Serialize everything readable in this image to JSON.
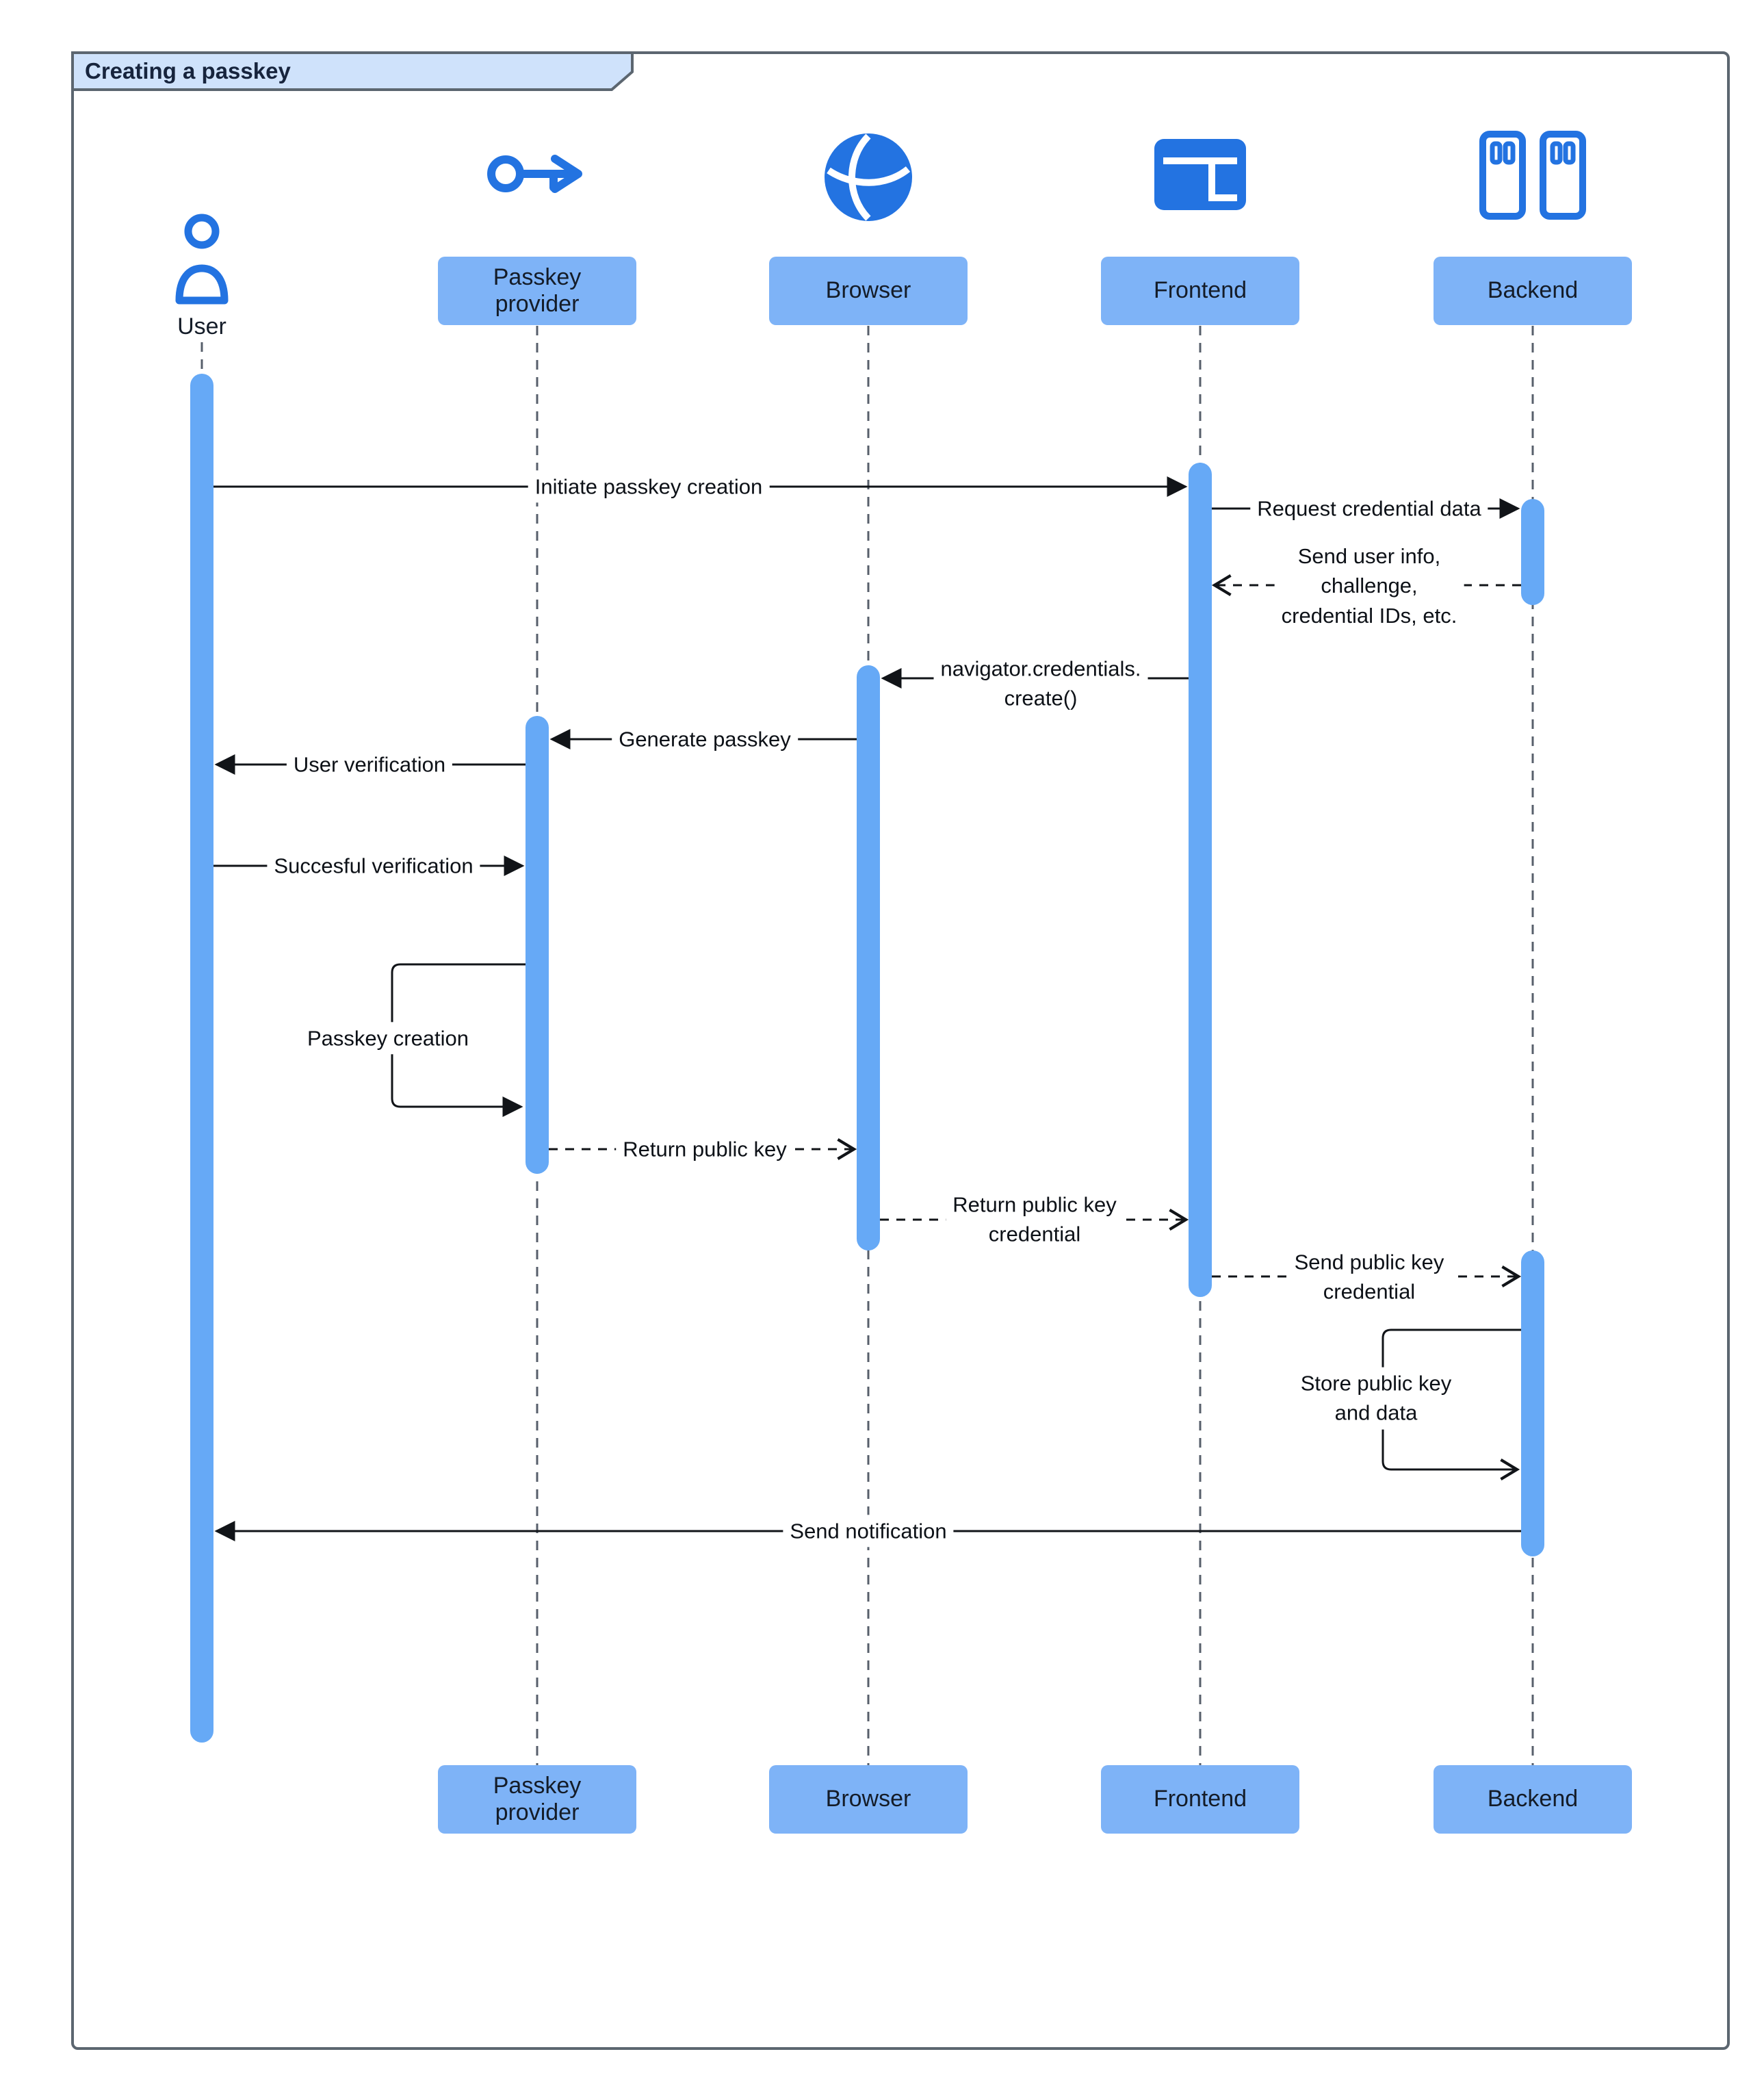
{
  "title": "Creating a passkey",
  "colors": {
    "accent": "#2373e1",
    "box": "#7eb3f7",
    "bar": "#66a9f6",
    "frame": "#5c6670",
    "lifeline": "#575f6b",
    "arrow": "#111418",
    "tab-fill": "#cfe2fb",
    "text-dark": "#141c28"
  },
  "actors": [
    {
      "id": "user",
      "label": "User",
      "icon": "user-icon"
    },
    {
      "id": "passkey-provider",
      "label": "Passkey\nprovider",
      "icon": "passkey-key-icon"
    },
    {
      "id": "browser",
      "label": "Browser",
      "icon": "globe-icon"
    },
    {
      "id": "frontend",
      "label": "Frontend",
      "icon": "window-layout-icon"
    },
    {
      "id": "backend",
      "label": "Backend",
      "icon": "server-icon"
    }
  ],
  "messages": [
    {
      "from": "user",
      "to": "frontend",
      "label": "Initiate passkey creation",
      "style": "solid"
    },
    {
      "from": "frontend",
      "to": "backend",
      "label": "Request credential data",
      "style": "solid"
    },
    {
      "from": "backend",
      "to": "frontend",
      "label": "Send user info,\nchallenge,\ncredential IDs, etc.",
      "style": "dashed"
    },
    {
      "from": "frontend",
      "to": "browser",
      "label": "navigator.credentials.\ncreate()",
      "style": "solid"
    },
    {
      "from": "browser",
      "to": "passkey-provider",
      "label": "Generate passkey",
      "style": "solid"
    },
    {
      "from": "passkey-provider",
      "to": "user",
      "label": "User verification",
      "style": "solid"
    },
    {
      "from": "user",
      "to": "passkey-provider",
      "label": "Succesful verification",
      "style": "solid"
    },
    {
      "from": "passkey-provider",
      "to": "passkey-provider",
      "label": "Passkey creation",
      "style": "self-loop"
    },
    {
      "from": "passkey-provider",
      "to": "browser",
      "label": "Return public key",
      "style": "dashed"
    },
    {
      "from": "browser",
      "to": "frontend",
      "label": "Return public key\ncredential",
      "style": "dashed"
    },
    {
      "from": "frontend",
      "to": "backend",
      "label": "Send public key\ncredential",
      "style": "dashed"
    },
    {
      "from": "backend",
      "to": "backend",
      "label": "Store public key\nand data",
      "style": "self-loop"
    },
    {
      "from": "backend",
      "to": "user",
      "label": "Send notification",
      "style": "solid"
    }
  ]
}
